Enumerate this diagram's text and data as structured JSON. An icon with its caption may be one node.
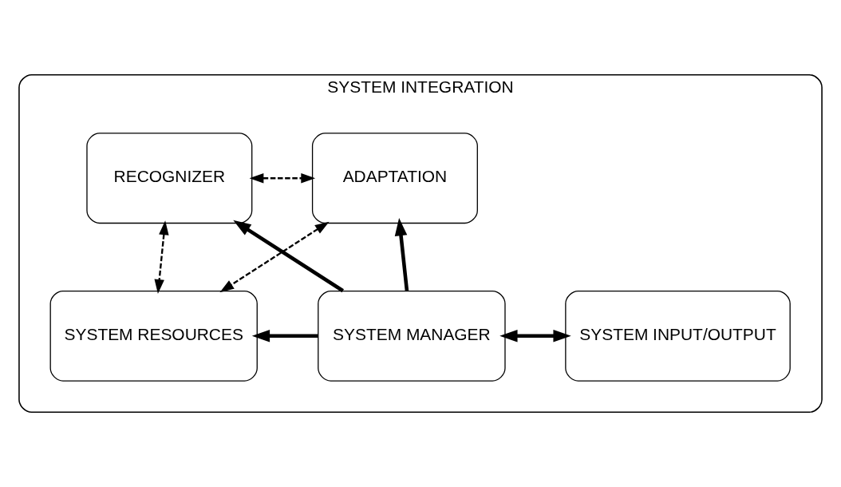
{
  "diagram": {
    "nodes": [
      {
        "text": [
          "SYSTEM INTEGRATION"
        ]
      },
      {
        "text": [
          "RECOGNIZER"
        ],
        "in": 0
      },
      {
        "text": [
          "ADAPTATION"
        ],
        "in": 0
      },
      {
        "text": [
          "SYSTEM RESOURCES"
        ],
        "in": 0
      },
      {
        "text": [
          "SYSTEM MANAGER"
        ],
        "in": 0
      },
      {
        "text": [
          "SYSTEM INPUT/OUTPUT"
        ],
        "in": 0
      }
    ],
    "edges": [
      {
        "from": 1,
        "to": 2,
        "arrow": "both",
        "style": "dashed"
      },
      {
        "from": 1,
        "to": 3,
        "arrow": "both",
        "style": "dashed"
      },
      {
        "from": 4,
        "to": 1,
        "arrow": "to"
      },
      {
        "from": 4,
        "to": 2,
        "arrow": "to"
      },
      {
        "from": 2,
        "to": 3,
        "arrow": "both",
        "style": "dashed"
      },
      {
        "from": 4,
        "to": 3,
        "arrow": "to"
      },
      {
        "from": 4,
        "to": 5,
        "arrow": "both"
      }
    ]
  }
}
